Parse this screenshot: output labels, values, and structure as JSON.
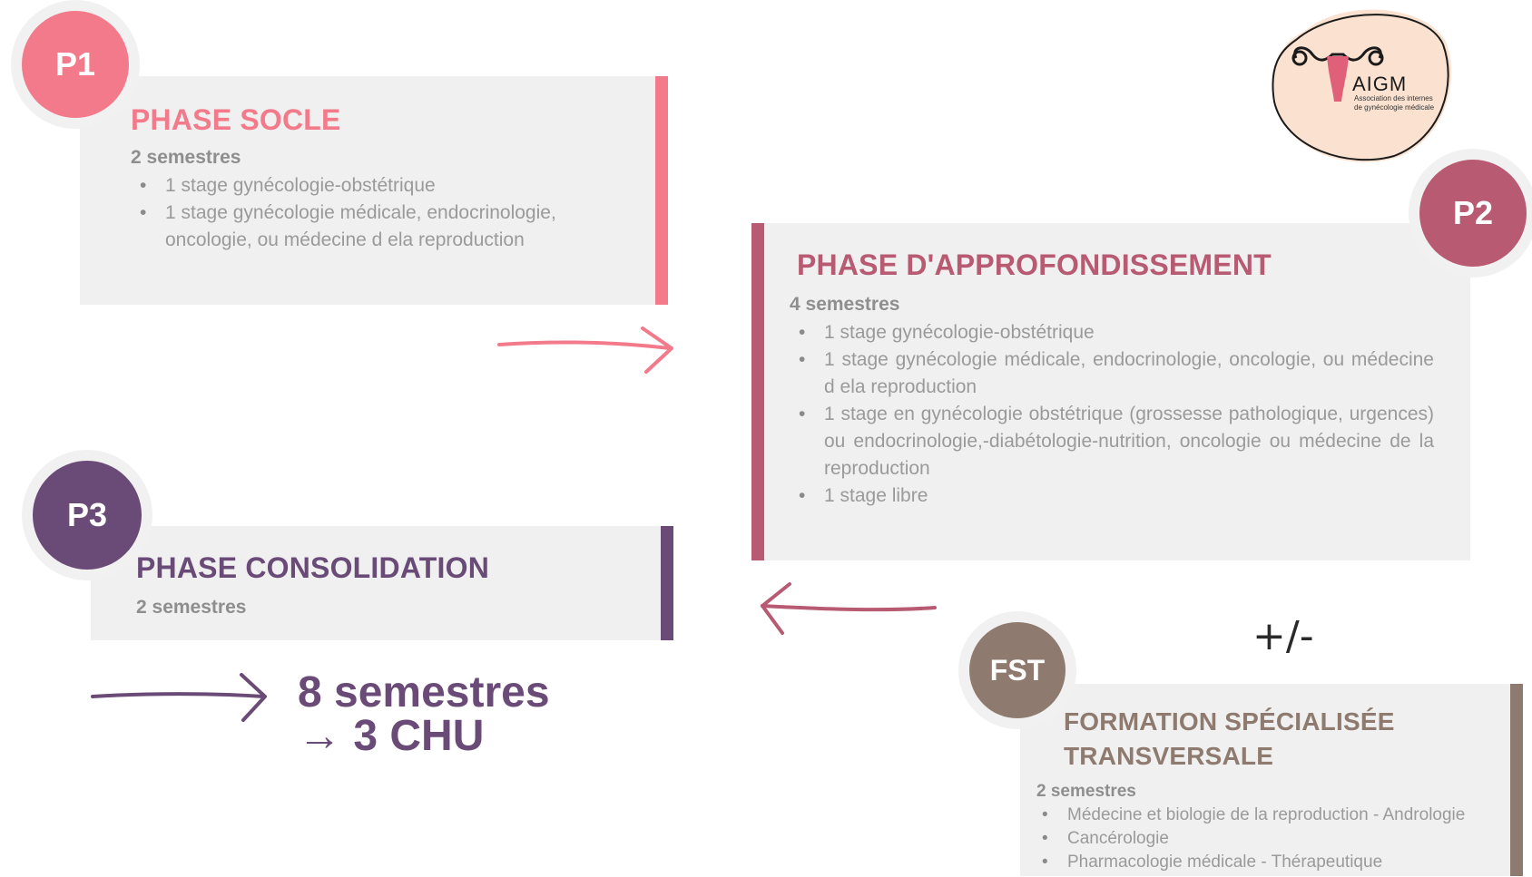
{
  "logo": {
    "text": "AIGM",
    "subtitle_line1": "Association des internes",
    "subtitle_line2": "de gynécologie médicale"
  },
  "colors": {
    "p1": "#f27a8a",
    "p2": "#b85a72",
    "p3": "#6a4b78",
    "fst": "#8e7a6e",
    "card_bg": "#eff0ef"
  },
  "p1": {
    "badge": "P1",
    "title": "PHASE SOCLE",
    "semesters": "2 semestres",
    "items": [
      "1 stage gynécologie-obstétrique",
      "1 stage gynécologie médicale, endocrinologie, oncologie, ou médecine d ela reproduction"
    ]
  },
  "p2": {
    "badge": "P2",
    "title": "PHASE D'APPROFONDISSEMENT",
    "semesters": "4 semestres",
    "items": [
      "1 stage gynécologie-obstétrique",
      "1 stage gynécologie médicale, endocrinologie, oncologie, ou médecine d ela reproduction",
      "1 stage en gynécologie obstétrique (grossesse pathologique, urgences) ou endocrinologie,-diabétologie-nutrition, oncologie ou médecine de la reproduction",
      "1 stage libre"
    ]
  },
  "p3": {
    "badge": "P3",
    "title": "PHASE CONSOLIDATION",
    "semesters": "2 semestres"
  },
  "fst": {
    "badge": "FST",
    "plus_minus": "+/-",
    "title_line1": "FORMATION SPÉCIALISÉE",
    "title_line2": "TRANSVERSALE",
    "semesters": "2 semestres",
    "items": [
      "Médecine et biologie de la reproduction - Andrologie",
      "Cancérologie",
      "Pharmacologie médicale - Thérapeutique"
    ]
  },
  "total": {
    "line1": "8 semestres",
    "line2": "→ 3 CHU"
  }
}
